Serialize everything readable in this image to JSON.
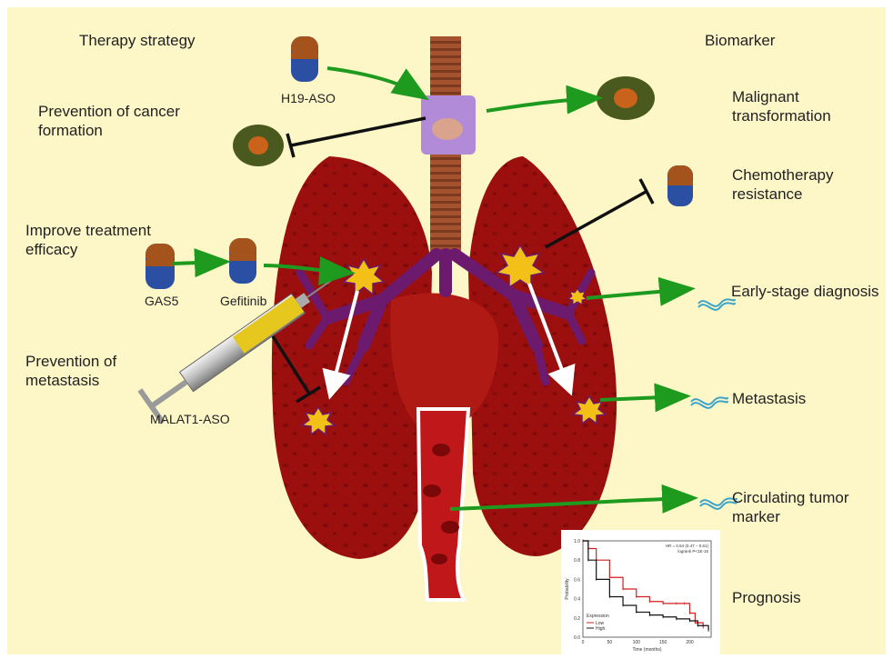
{
  "headers": {
    "left": "Therapy strategy",
    "right": "Biomarker"
  },
  "strategies": {
    "prevention_cancer": [
      "Prevention of cancer",
      "formation"
    ],
    "treatment_efficacy": [
      "Improve treatment",
      "efficacy"
    ],
    "prevention_metastasis": [
      "Prevention of",
      "metastasis"
    ]
  },
  "drugs": {
    "h19": "H19-ASO",
    "gas5": "GAS5",
    "gefitinib": "Gefitinib",
    "malat1": "MALAT1-ASO"
  },
  "biomarkers": {
    "malignant": [
      "Malignant",
      "transformation"
    ],
    "chemo": [
      "Chemotherapy",
      "resistance"
    ],
    "early": "Early-stage diagnosis",
    "metastasis": "Metastasis",
    "circulating": [
      "Circulating tumor",
      "marker"
    ],
    "prognosis": "Prognosis"
  },
  "colors": {
    "background": "#fdf7c8",
    "lung": "#9c0f0f",
    "activation_arrow": "#1e9a1e",
    "inhibition": "#111111",
    "tumor": "#f3c018"
  },
  "km_plot": {
    "stats": [
      "HR = 0.54 (0.47 − 0.61)",
      "logrank P<1E-16"
    ],
    "ylabel": "Probability",
    "xlabel": "Time (months)",
    "legend_title": "Expression",
    "legend": [
      "Low",
      "High"
    ],
    "yticks": [
      "0.0",
      "0.2",
      "0.4",
      "0.6",
      "0.8",
      "1.0"
    ],
    "xticks": [
      "0",
      "50",
      "100",
      "150",
      "200"
    ],
    "series": [
      {
        "name": "Low",
        "color": "#d21f1f",
        "x": [
          0,
          10,
          25,
          50,
          75,
          100,
          125,
          150,
          175,
          190,
          200,
          210,
          225
        ],
        "y": [
          1.0,
          0.92,
          0.8,
          0.62,
          0.5,
          0.42,
          0.37,
          0.35,
          0.35,
          0.35,
          0.25,
          0.15,
          0.1
        ]
      },
      {
        "name": "High",
        "color": "#111111",
        "x": [
          0,
          10,
          25,
          50,
          75,
          100,
          125,
          150,
          175,
          200,
          215,
          235
        ],
        "y": [
          1.0,
          0.8,
          0.6,
          0.42,
          0.33,
          0.26,
          0.23,
          0.21,
          0.19,
          0.17,
          0.12,
          0.07
        ]
      }
    ],
    "xlim": [
      0,
      240
    ],
    "ylim": [
      0,
      1
    ]
  }
}
